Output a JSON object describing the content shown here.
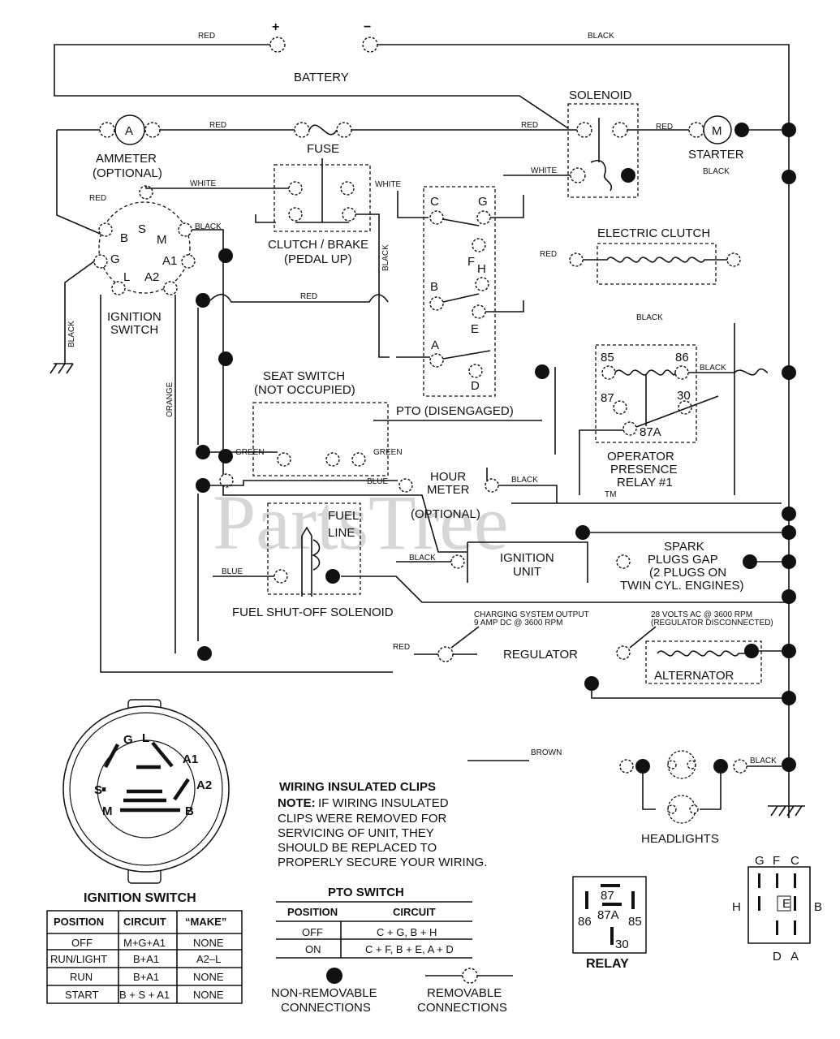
{
  "battery": {
    "plus": "+",
    "minus": "−",
    "label": "BATTERY"
  },
  "wires": {
    "red_top": "RED",
    "black_top": "BLACK",
    "red_fuse_left": "RED",
    "red_fuse_right": "RED",
    "red_starter": "RED",
    "black_starter": "BLACK",
    "white_solenoid": "WHITE",
    "white_clutch": "WHITE",
    "white_pto": "WHITE",
    "red_ign": "RED",
    "black_ign": "BLACK",
    "black_left": "BLACK",
    "black_vertical": "BLACK",
    "red_mid": "RED",
    "orange": "ORANGE",
    "red_ec": "RED",
    "black_ec": "BLACK",
    "black_relay": "BLACK",
    "green_left": "GREEN",
    "green_right": "GREEN",
    "blue_seat": "BLUE",
    "black_hour": "BLACK",
    "blue_fuel": "BLUE",
    "black_ign_unit": "BLACK",
    "red_reg": "RED",
    "brown": "BROWN",
    "black_head": "BLACK"
  },
  "components": {
    "solenoid": "SOLENOID",
    "ammeter_letter": "A",
    "ammeter_1": "AMMETER",
    "ammeter_2": "(OPTIONAL)",
    "fuse": "FUSE",
    "starter_letter": "M",
    "starter": "STARTER",
    "clutch_brake_1": "CLUTCH / BRAKE",
    "clutch_brake_2": "(PEDAL UP)",
    "electric_clutch": "ELECTRIC CLUTCH",
    "ign_s": "S",
    "ign_b": "B",
    "ign_m": "M",
    "ign_g": "G",
    "ign_a1": "A1",
    "ign_l": "L",
    "ign_a2": "A2",
    "ignition_switch_1": "IGNITION",
    "ignition_switch_2": "SWITCH",
    "pto_c": "C",
    "pto_g": "G",
    "pto_f": "F",
    "pto_h": "H",
    "pto_b": "B",
    "pto_e": "E",
    "pto_a": "A",
    "pto_d": "D",
    "pto_label": "PTO (DISENGAGED)",
    "relay_85": "85",
    "relay_86": "86",
    "relay_87": "87",
    "relay_30": "30",
    "relay_87a": "87A",
    "opr_1": "OPERATOR",
    "opr_2": "PRESENCE",
    "opr_3": "RELAY #1",
    "seat_1": "SEAT SWITCH",
    "seat_2": "(NOT OCCUPIED)",
    "hour_1": "HOUR",
    "hour_2": "METER",
    "hour_3": "(OPTIONAL)",
    "fuel_1": "FUEL",
    "fuel_2": "LINE",
    "fuel_solenoid": "FUEL SHUT-OFF SOLENOID",
    "ign_unit_1": "IGNITION",
    "ign_unit_2": "UNIT",
    "spark_1": "SPARK",
    "spark_2": "PLUGS GAP",
    "spark_3": "(2 PLUGS ON",
    "spark_4": "TWIN CYL. ENGINES)",
    "charge_1": "CHARGING SYSTEM OUTPUT",
    "charge_2": "9 AMP DC @ 3600 RPM",
    "ac_1": "28 VOLTS AC @ 3600 RPM",
    "ac_2": "(REGULATOR DISCONNECTED)",
    "regulator": "REGULATOR",
    "alternator": "ALTERNATOR",
    "headlights": "HEADLIGHTS",
    "watermark": "PartsTree",
    "tm": "TM"
  },
  "switch_face": {
    "g": "G",
    "l": "L",
    "a1": "A1",
    "a2": "A2",
    "s": "S",
    "m": "M",
    "b": "B"
  },
  "ignition_table": {
    "title": "IGNITION SWITCH",
    "headers": [
      "POSITION",
      "CIRCUIT",
      "“MAKE”"
    ],
    "rows": [
      [
        "OFF",
        "M+G+A1",
        "NONE"
      ],
      [
        "RUN/LIGHT",
        "B+A1",
        "A2–L"
      ],
      [
        "RUN",
        "B+A1",
        "NONE"
      ],
      [
        "START",
        "B + S + A1",
        "NONE"
      ]
    ]
  },
  "clips": {
    "title": "WIRING INSULATED CLIPS",
    "note_label": "NOTE:",
    "line1": "IF WIRING INSULATED",
    "line2": "CLIPS WERE REMOVED FOR",
    "line3": "SERVICING OF UNIT, THEY",
    "line4": "SHOULD BE REPLACED TO",
    "line5": "PROPERLY SECURE YOUR WIRING."
  },
  "pto_table": {
    "title": "PTO SWITCH",
    "headers": [
      "POSITION",
      "CIRCUIT"
    ],
    "rows": [
      [
        "OFF",
        "C + G, B + H"
      ],
      [
        "ON",
        "C + F, B + E, A + D"
      ]
    ]
  },
  "relay_box": {
    "p87": "87",
    "p87a": "87A",
    "p86": "86",
    "p85": "85",
    "p30": "30",
    "label": "RELAY"
  },
  "pto_pins": {
    "g": "G",
    "f": "F",
    "c": "C",
    "h": "H",
    "e": "E",
    "b": "B",
    "d": "D",
    "a": "A"
  },
  "legend": {
    "nonremovable_1": "NON-REMOVABLE",
    "nonremovable_2": "CONNECTIONS",
    "removable_1": "REMOVABLE",
    "removable_2": "CONNECTIONS"
  }
}
